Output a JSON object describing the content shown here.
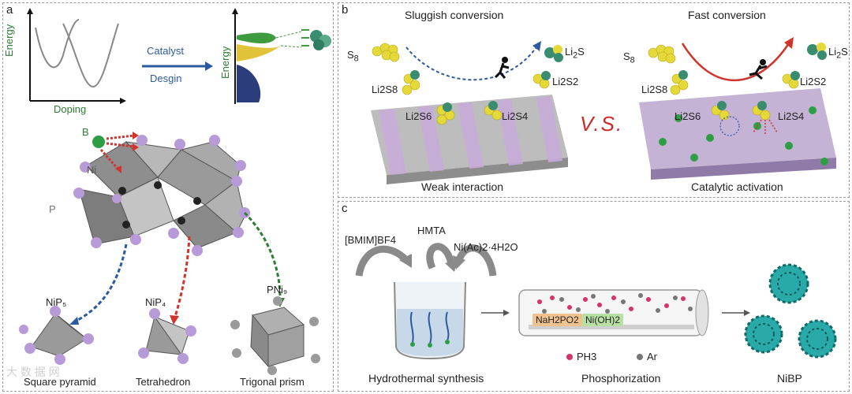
{
  "panels": {
    "a": {
      "letter": "a",
      "energy_axis": "Energy",
      "doping_axis": "Doping",
      "arrow_top": "Catalyst",
      "arrow_bottom": "Desgin",
      "energy_axis_2": "Energy",
      "atom_b": "B",
      "atom_ni": "Ni",
      "atom_p": "P",
      "units": [
        {
          "formula": "NiP₅",
          "shape": "Square pyramid"
        },
        {
          "formula": "NiP₄",
          "shape": "Tetrahedron"
        },
        {
          "formula": "PNi₉",
          "shape": "Trigonal prism"
        }
      ],
      "watermark": "大 数 据 网"
    },
    "b": {
      "letter": "b",
      "left_title": "Sluggish conversion",
      "right_title": "Fast conversion",
      "left_caption": "Weak interaction",
      "right_caption": "Catalytic activation",
      "vs": "V.S.",
      "species": {
        "s8": "S",
        "s8_sub": "8",
        "li2s": "Li",
        "li2s_sub": "2",
        "li2s_tail": "S"
      },
      "polysulfides": [
        "Li2S8",
        "Li2S6",
        "Li2S4",
        "Li2S2"
      ]
    },
    "c": {
      "letter": "c",
      "reagents": [
        "[BMIM]BF4",
        "HMTA",
        "Ni(Ac)2·4H2O"
      ],
      "tube_salts": [
        "NaH2PO2",
        "Ni(OH)2"
      ],
      "legend": [
        {
          "label": "PH3",
          "color": "#d6336c"
        },
        {
          "label": "Ar",
          "color": "#777777"
        }
      ],
      "steps": [
        "Hydrothermal synthesis",
        "Phosphorization",
        "NiBP"
      ]
    }
  },
  "colors": {
    "nickel": "#b79bd8",
    "boron": "#2e9e44",
    "sulfur": "#e5d93a",
    "lithium": "#3a8c6e",
    "red_arrow": "#d0342c",
    "blue_arrow": "#2c5aa0",
    "green_arrow": "#2e7d32",
    "nibp": "#2aa9a9"
  }
}
